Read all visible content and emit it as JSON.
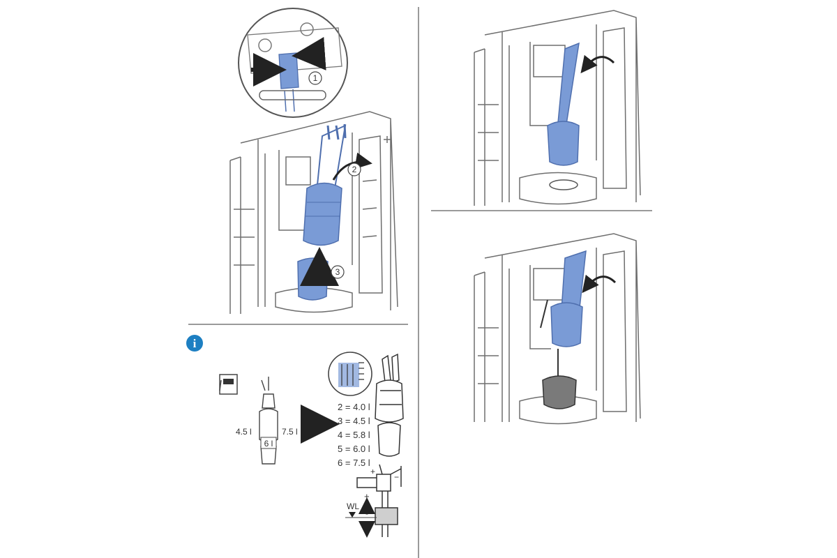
{
  "steps": {
    "step1": "1",
    "step2": "2",
    "step3": "3"
  },
  "info_icon": {
    "glyph": "i",
    "name": "info-icon"
  },
  "flush_volume": {
    "left_label": "4.5 l",
    "right_label": "7.5 l",
    "center_label": "6 l"
  },
  "volume_table": [
    {
      "key": "2",
      "value": "4.0 l"
    },
    {
      "key": "3",
      "value": "4.5 l"
    },
    {
      "key": "4",
      "value": "5.8 l"
    },
    {
      "key": "5",
      "value": "6.0 l"
    },
    {
      "key": "6",
      "value": "7.5 l"
    }
  ],
  "fill_valve": {
    "wl_label": "WL",
    "plus_top": "+",
    "minus_top": "−",
    "plus_side": "+",
    "minus_side": "−"
  },
  "colors": {
    "part_blue": "#7a9bd6",
    "part_blue_dark": "#4f6fae",
    "info_blue": "#1d7fc2",
    "line": "#666666",
    "divider": "#9a9a9a"
  }
}
